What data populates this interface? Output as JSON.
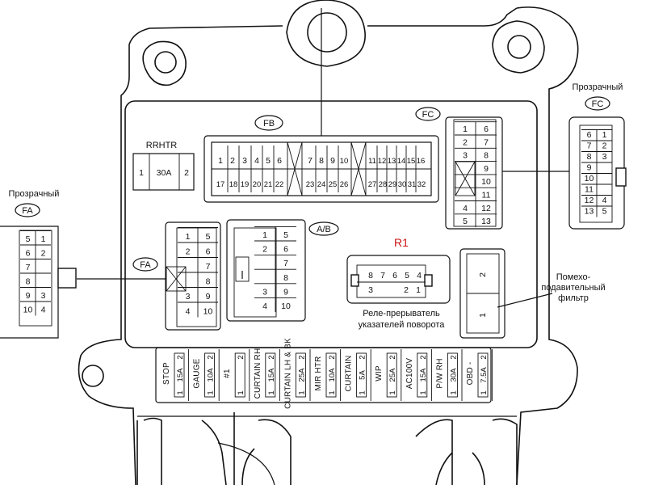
{
  "labels": {
    "fb_connector": "FB",
    "fc_connector": "FC",
    "fa_connector": "FA",
    "ab_connector": "A/B",
    "rrhtr": "RRHTR",
    "r1": "R1",
    "transparent_fc": "Прозрачный",
    "transparent_fa": "Прозрачный",
    "relay_line1": "Реле-прерыватель",
    "relay_line2": "указателей поворота",
    "filter_line1": "Помехо-",
    "filter_line2": "подавительный",
    "filter_line3": "фильтр"
  },
  "rrhtr_fuse": {
    "left": "1",
    "rating": "30A",
    "right": "2"
  },
  "fb_pins_top": [
    "1",
    "2",
    "3",
    "4",
    "5",
    "6",
    "7",
    "8",
    "9",
    "10",
    "11",
    "12",
    "13",
    "14",
    "15",
    "16"
  ],
  "fb_pins_bottom": [
    "17",
    "18",
    "19",
    "20",
    "21",
    "22",
    "23",
    "24",
    "25",
    "26",
    "27",
    "28",
    "29",
    "30",
    "31",
    "32"
  ],
  "fc_socket": [
    [
      "1",
      "6"
    ],
    [
      "2",
      "7"
    ],
    [
      "3",
      "8"
    ],
    [
      "9"
    ],
    [
      "10"
    ],
    [
      "11"
    ],
    [
      "4",
      "12"
    ],
    [
      "5",
      "13"
    ]
  ],
  "fc_plug": [
    [
      "6",
      "1"
    ],
    [
      "7",
      "2"
    ],
    [
      "8",
      "3"
    ],
    [
      "9"
    ],
    [
      "10"
    ],
    [
      "11"
    ],
    [
      "12",
      "4"
    ],
    [
      "13",
      "5"
    ]
  ],
  "fa_socket": [
    [
      "1",
      "5"
    ],
    [
      "2",
      "6"
    ],
    [
      "7"
    ],
    [
      "8"
    ],
    [
      "3",
      "9"
    ],
    [
      "4",
      "10"
    ]
  ],
  "fa_plug": [
    [
      "5",
      "1"
    ],
    [
      "6",
      "2"
    ],
    [
      "7"
    ],
    [
      "8"
    ],
    [
      "9",
      "3"
    ],
    [
      "10",
      "4"
    ]
  ],
  "ab_pins": [
    [
      "1",
      "5"
    ],
    [
      "2",
      "6"
    ],
    [
      "7"
    ],
    [
      "8"
    ],
    [
      "3",
      "9"
    ],
    [
      "4",
      "10"
    ]
  ],
  "relay_pins_top": [
    "8",
    "7",
    "6",
    "5",
    "4"
  ],
  "relay_pins_bottom": [
    "3",
    "2",
    "1"
  ],
  "filter_pins": [
    "2",
    "1"
  ],
  "fuses": [
    {
      "name": "STOP",
      "left": "1",
      "rating": "15A",
      "right": "2"
    },
    {
      "name": "GAUGE",
      "left": "1",
      "rating": "10A",
      "right": "2"
    },
    {
      "name": "#1",
      "left": "1",
      "rating": "",
      "right": "2"
    },
    {
      "name": "CURTAIN RH",
      "left": "1",
      "rating": "15A",
      "right": "2"
    },
    {
      "name": "CURTAIN LH & BK",
      "left": "1",
      "rating": "25A",
      "right": "2"
    },
    {
      "name": "MIR HTR",
      "left": "1",
      "rating": "10A",
      "right": "2"
    },
    {
      "name": "CURTAIN",
      "left": "1",
      "rating": "5A",
      "right": "2"
    },
    {
      "name": "WIP",
      "left": "1",
      "rating": "25A",
      "right": "2"
    },
    {
      "name": "AC100V",
      "left": "1",
      "rating": "15A",
      "right": "2"
    },
    {
      "name": "P/W RH",
      "left": "1",
      "rating": "30A",
      "right": "2"
    },
    {
      "name": "OBD -",
      "left": "1",
      "rating": "7.5A",
      "right": "2"
    }
  ],
  "colors": {
    "line": "#111111",
    "r1": "#cc1111",
    "background": "#ffffff"
  }
}
